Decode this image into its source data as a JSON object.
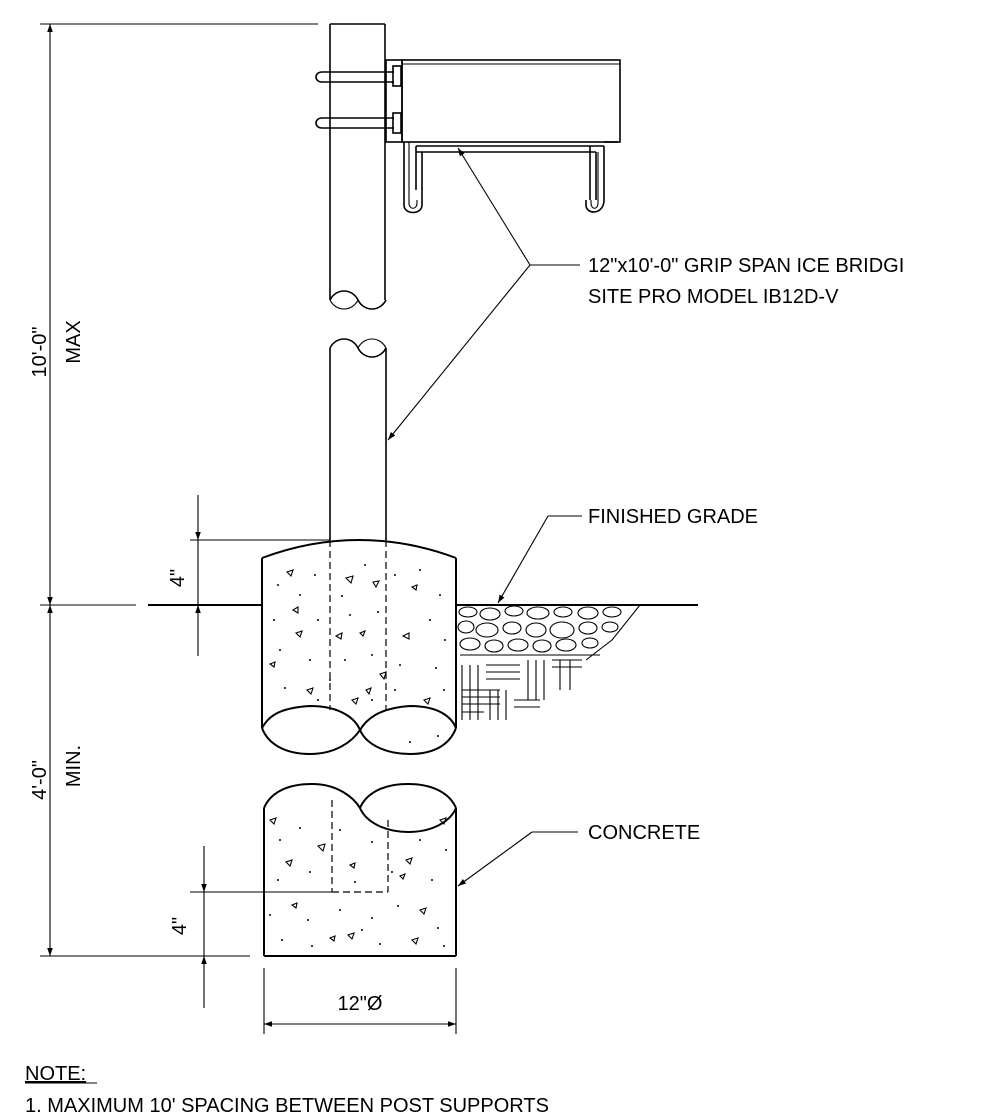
{
  "callouts": {
    "ice_bridge_line1": "12\"x10'-0\" GRIP SPAN ICE BRIDGI",
    "ice_bridge_line2": "SITE PRO MODEL IB12D-V",
    "finished_grade": "FINISHED GRADE",
    "concrete": "CONCRETE"
  },
  "dimensions": {
    "height_above": "10'-0\"",
    "height_above_qualifier": "MAX",
    "depth_below": "4'-0\"",
    "depth_below_qualifier": "MIN.",
    "concrete_cap_top": "4\"",
    "concrete_cap_bottom": "4\"",
    "diameter": "12\"Ø"
  },
  "notes": {
    "heading": "NOTE:",
    "items": [
      "1. MAXIMUM 10' SPACING BETWEEN POST SUPPORTS"
    ]
  }
}
